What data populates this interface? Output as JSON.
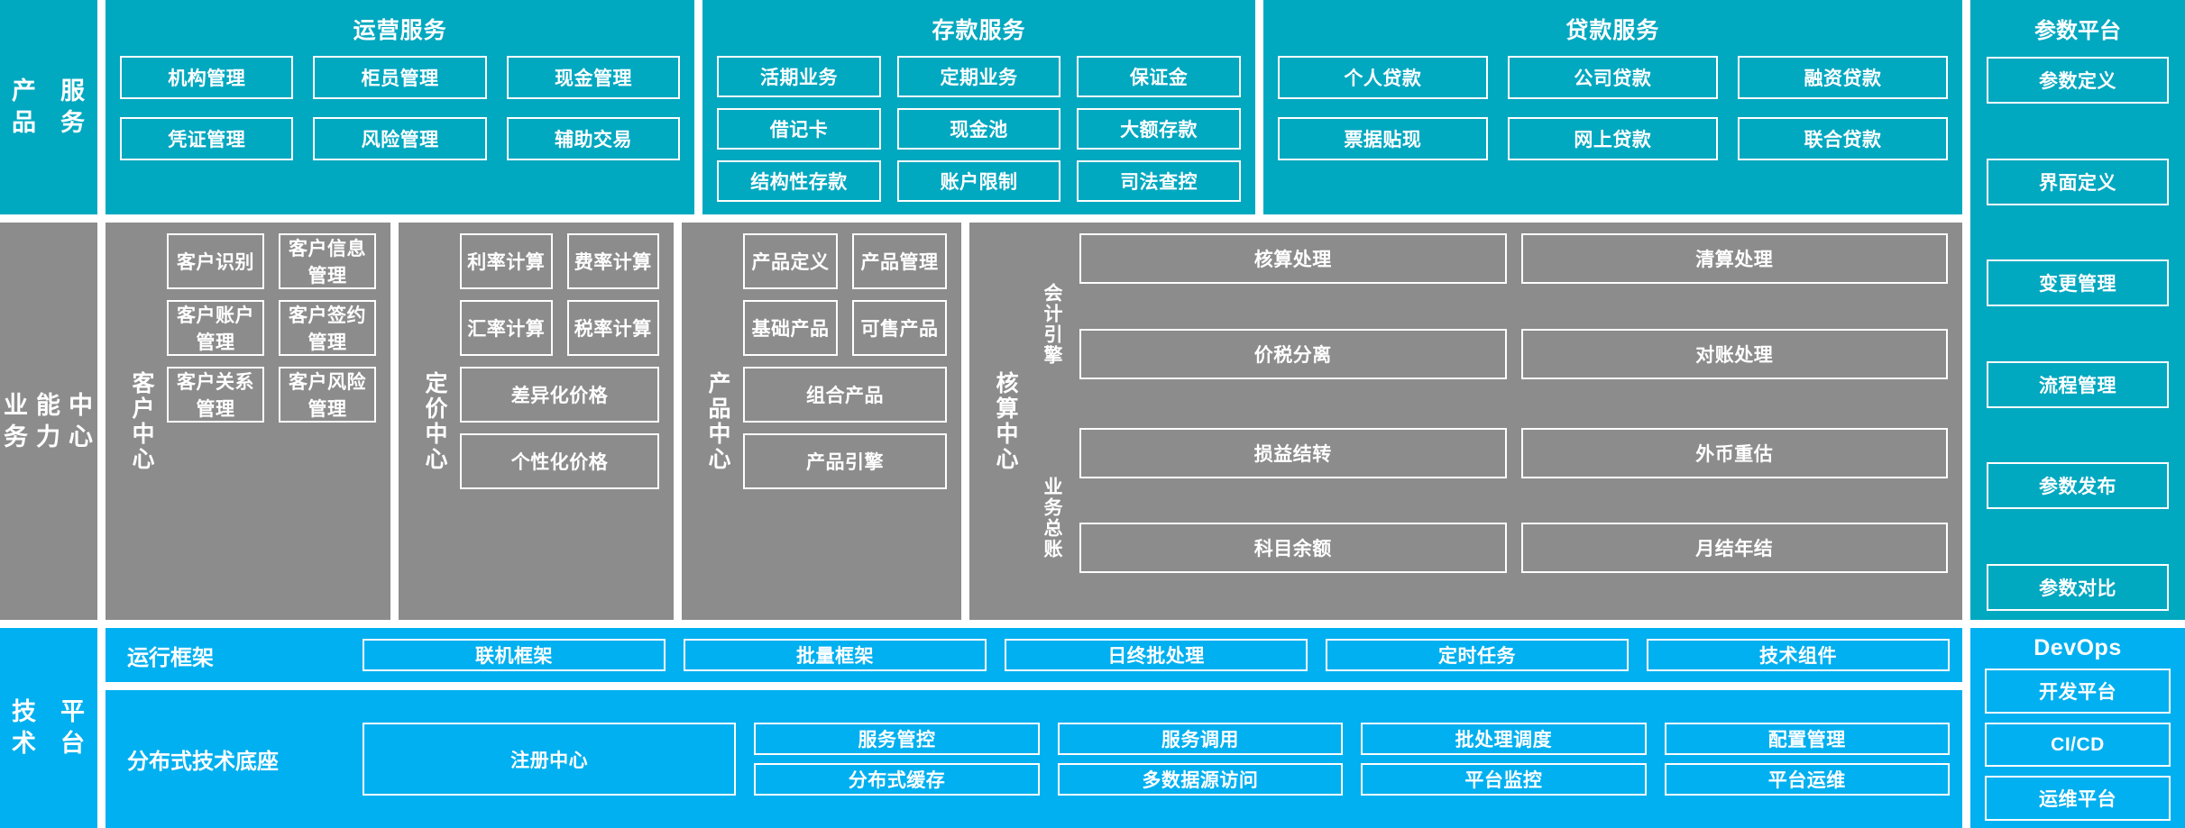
{
  "colors": {
    "product_layer": "#00A8C0",
    "capability_layer": "#8C8C8C",
    "tech_layer": "#00B0F0",
    "chip_border": "#FFFFFF",
    "text": "#FFFFFF"
  },
  "layers": {
    "product": {
      "label": "产品\n服务",
      "label_lines": [
        "产品",
        "服务"
      ],
      "panels": [
        {
          "title": "运营服务",
          "items": [
            "机构管理",
            "柜员管理",
            "现金管理",
            "凭证管理",
            "风险管理",
            "辅助交易"
          ]
        },
        {
          "title": "存款服务",
          "items": [
            "活期业务",
            "定期业务",
            "保证金",
            "借记卡",
            "现金池",
            "大额存款",
            "结构性存款",
            "账户限制",
            "司法查控"
          ]
        },
        {
          "title": "贷款服务",
          "items": [
            "个人贷款",
            "公司贷款",
            "融资贷款",
            "票据贴现",
            "网上贷款",
            "联合贷款"
          ]
        }
      ]
    },
    "capability": {
      "label_lines": [
        "业务",
        "能力",
        "中心"
      ],
      "centers": [
        {
          "name": "客户中心",
          "rows": [
            [
              "客户识别",
              "客户信息管理"
            ],
            [
              "客户账户管理",
              "客户签约管理"
            ],
            [
              "客户关系管理",
              "客户风险管理"
            ]
          ]
        },
        {
          "name": "定价中心",
          "rows": [
            [
              "利率计算",
              "费率计算"
            ],
            [
              "汇率计算",
              "税率计算"
            ],
            [
              "差异化价格"
            ],
            [
              "个性化价格"
            ]
          ]
        },
        {
          "name": "产品中心",
          "rows": [
            [
              "产品定义",
              "产品管理"
            ],
            [
              "基础产品",
              "可售产品"
            ],
            [
              "组合产品"
            ],
            [
              "产品引擎"
            ]
          ]
        },
        {
          "name": "核算中心",
          "groups": [
            {
              "name": "会计引擎",
              "items": [
                "核算处理",
                "清算处理",
                "价税分离",
                "对账处理"
              ]
            },
            {
              "name": "业务总账",
              "items": [
                "损益结转",
                "外币重估",
                "科目余额",
                "月结年结"
              ]
            }
          ]
        }
      ]
    },
    "tech": {
      "label_lines": [
        "技术",
        "平台"
      ],
      "strips": [
        {
          "name": "运行框架",
          "items": [
            "联机框架",
            "批量框架",
            "日终批处理",
            "定时任务",
            "技术组件"
          ]
        },
        {
          "name": "分布式技术底座",
          "featured": "注册中心",
          "items": [
            "服务管控",
            "服务调用",
            "批处理调度",
            "配置管理",
            "分布式缓存",
            "多数据源访问",
            "平台监控",
            "平台运维"
          ]
        }
      ]
    }
  },
  "side_columns": {
    "param_platform": {
      "title": "参数平台",
      "items": [
        "参数定义",
        "界面定义",
        "变更管理",
        "流程管理",
        "参数发布",
        "参数对比"
      ]
    },
    "devops": {
      "title": "DevOps",
      "items": [
        "开发平台",
        "CI/CD",
        "运维平台"
      ]
    }
  }
}
